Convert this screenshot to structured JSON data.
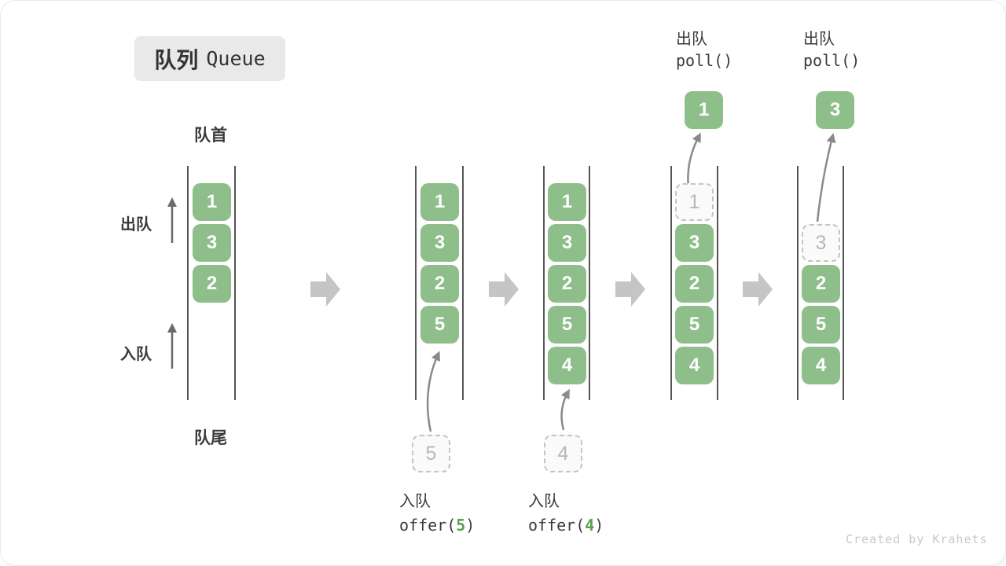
{
  "title": {
    "zh": "队列",
    "en": "Queue"
  },
  "front_label": "队首",
  "rear_label": "队尾",
  "side": {
    "dequeue": "出队",
    "enqueue": "入队"
  },
  "ops": {
    "enqueue5": {
      "zh": "入队",
      "fn_open": "offer(",
      "arg": "5",
      "fn_close": ")"
    },
    "enqueue4": {
      "zh": "入队",
      "fn_open": "offer(",
      "arg": "4",
      "fn_close": ")"
    },
    "poll1": {
      "zh": "出队",
      "fn": "poll()"
    },
    "poll2": {
      "zh": "出队",
      "fn": "poll()"
    }
  },
  "states": {
    "s1": {
      "items": [
        "1",
        "3",
        "2"
      ]
    },
    "s2": {
      "items": [
        "1",
        "3",
        "2",
        "5"
      ],
      "incoming": "5"
    },
    "s3": {
      "items": [
        "1",
        "3",
        "2",
        "5",
        "4"
      ],
      "incoming": "4"
    },
    "s4": {
      "removed": "1",
      "items": [
        "3",
        "2",
        "5",
        "4"
      ],
      "popped": "1"
    },
    "s5": {
      "removed": "3",
      "items": [
        "2",
        "5",
        "4"
      ],
      "popped": "3"
    }
  },
  "watermark": "Created by Krahets",
  "colors": {
    "box_green": "#8ebe8a",
    "code_green": "#5da14d",
    "walls": "#555555"
  }
}
